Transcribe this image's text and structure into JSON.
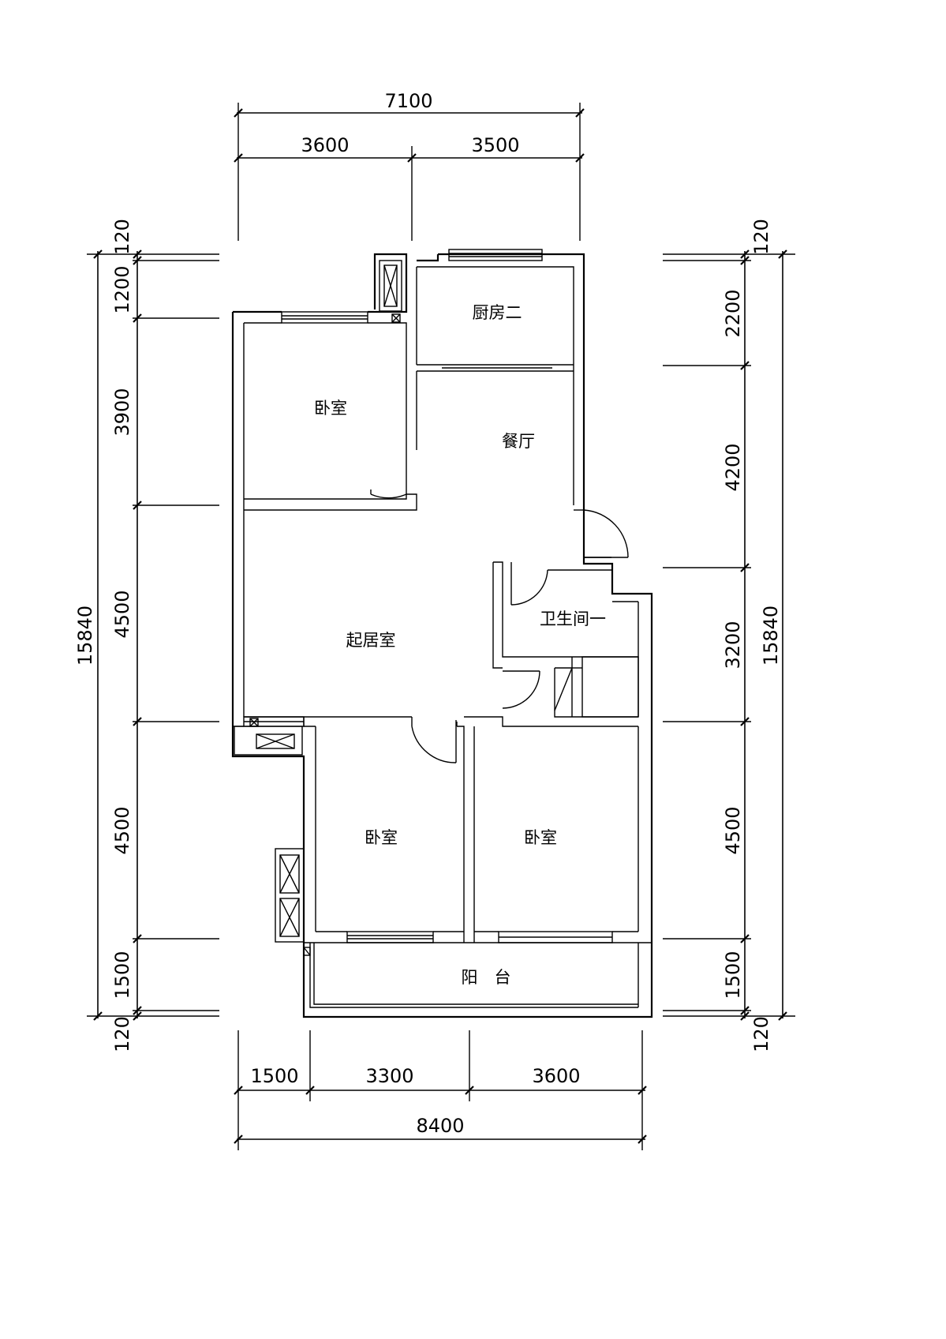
{
  "dimensions": {
    "top_total": "7100",
    "top_left": "3600",
    "top_right": "3500",
    "bottom_1": "1500",
    "bottom_2": "3300",
    "bottom_3": "3600",
    "bottom_total": "8400",
    "left_top_120": "120",
    "left_1200": "1200",
    "left_3900": "3900",
    "left_4500_a": "4500",
    "left_4500_b": "4500",
    "left_1500": "1500",
    "left_bottom_120": "120",
    "left_total": "15840",
    "right_top_120": "120",
    "right_2200": "2200",
    "right_4200": "4200",
    "right_3200": "3200",
    "right_4500": "4500",
    "right_1500": "1500",
    "right_bottom_120": "120",
    "right_total": "15840"
  },
  "rooms": {
    "kitchen": "厨房二",
    "bedroom_top": "卧室",
    "dining": "餐厅",
    "living": "起居室",
    "bathroom": "卫生间一",
    "bedroom_left": "卧室",
    "bedroom_right": "卧室",
    "balcony": "阳　台"
  }
}
